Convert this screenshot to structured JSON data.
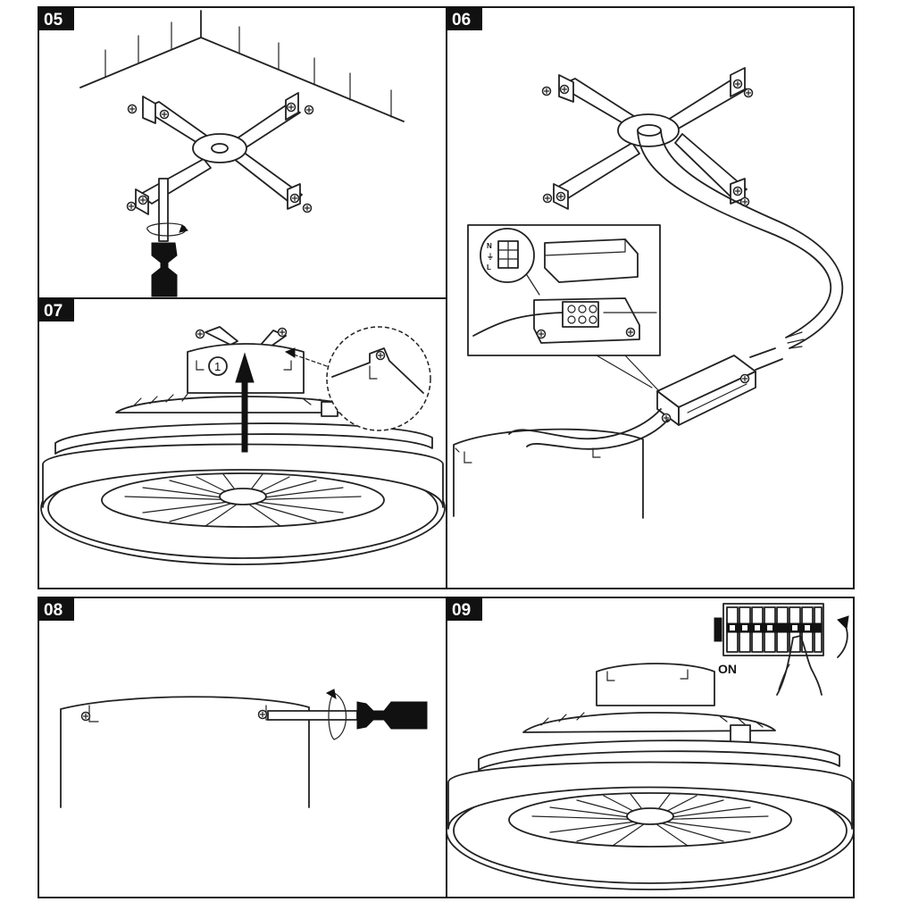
{
  "steps": [
    {
      "id": "step-05",
      "number": "05"
    },
    {
      "id": "step-06",
      "number": "06"
    },
    {
      "id": "step-07",
      "number": "07",
      "callout": "1"
    },
    {
      "id": "step-08",
      "number": "08"
    },
    {
      "id": "step-09",
      "number": "09",
      "switch_label": "ON"
    }
  ],
  "wiring": {
    "terminals": [
      "N",
      "⏚",
      "L"
    ]
  }
}
